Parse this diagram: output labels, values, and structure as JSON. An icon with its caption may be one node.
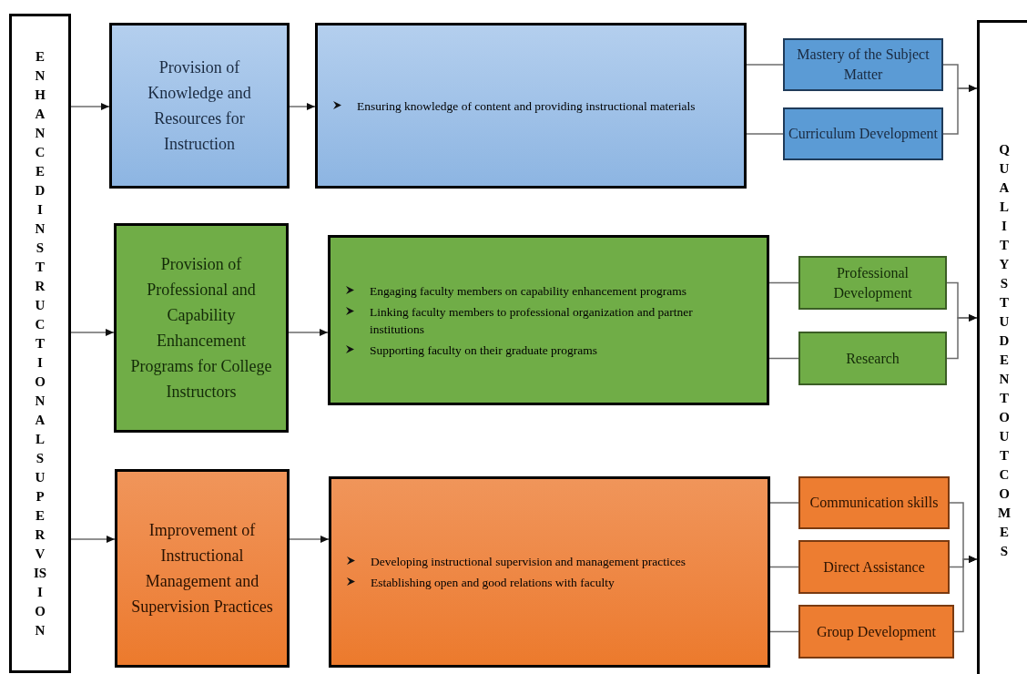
{
  "diagram": {
    "nodes": [
      {
        "text": [
          "ENHANCED INSTRUCTIONAL SUPERVISION"
        ]
      },
      {
        "text": [
          "Provision of Knowledge and Resources for Instruction"
        ]
      },
      {
        "text": [
          "Ensuring knowledge of content and providing instructional materials"
        ]
      },
      {
        "text": [
          "Mastery of the Subject Matter"
        ]
      },
      {
        "text": [
          "Curriculum Development"
        ]
      },
      {
        "text": [
          "Provision of Professional and Capability Enhancement Programs for College Instructors"
        ]
      },
      {
        "text": [
          "Engaging faculty members on capability enhancement programs",
          "Linking faculty members to professional organization and partner institutions",
          "Supporting faculty on their graduate programs"
        ]
      },
      {
        "text": [
          "Professional Development"
        ]
      },
      {
        "text": [
          "Research"
        ]
      },
      {
        "text": [
          "Improvement of Instructional Management and Supervision Practices"
        ]
      },
      {
        "text": [
          "Developing instructional supervision and management practices",
          "Establishing open and good relations with faculty"
        ]
      },
      {
        "text": [
          "Communication skills"
        ]
      },
      {
        "text": [
          "Direct Assistance"
        ]
      },
      {
        "text": [
          "Group Development"
        ]
      },
      {
        "text": [
          "QUALITY STUDENT OUTCOMES"
        ]
      }
    ],
    "edges": [
      {
        "from": 0,
        "to": 1,
        "arrow": "to"
      },
      {
        "from": 1,
        "to": 2,
        "arrow": "to"
      },
      {
        "from": 2,
        "to": 3,
        "arrow": "none"
      },
      {
        "from": 2,
        "to": 4,
        "arrow": "none"
      },
      {
        "from": 3,
        "to": 14,
        "arrow": "to"
      },
      {
        "from": 4,
        "to": 14,
        "arrow": "to"
      },
      {
        "from": 0,
        "to": 5,
        "arrow": "to"
      },
      {
        "from": 5,
        "to": 6,
        "arrow": "to"
      },
      {
        "from": 6,
        "to": 7,
        "arrow": "none"
      },
      {
        "from": 6,
        "to": 8,
        "arrow": "none"
      },
      {
        "from": 7,
        "to": 14,
        "arrow": "to"
      },
      {
        "from": 8,
        "to": 14,
        "arrow": "to"
      },
      {
        "from": 0,
        "to": 9,
        "arrow": "to"
      },
      {
        "from": 9,
        "to": 10,
        "arrow": "to"
      },
      {
        "from": 10,
        "to": 11,
        "arrow": "none"
      },
      {
        "from": 10,
        "to": 12,
        "arrow": "none"
      },
      {
        "from": 10,
        "to": 13,
        "arrow": "none"
      },
      {
        "from": 11,
        "to": 14,
        "arrow": "to"
      },
      {
        "from": 12,
        "to": 14,
        "arrow": "to"
      },
      {
        "from": 13,
        "to": 14,
        "arrow": "to"
      }
    ]
  }
}
